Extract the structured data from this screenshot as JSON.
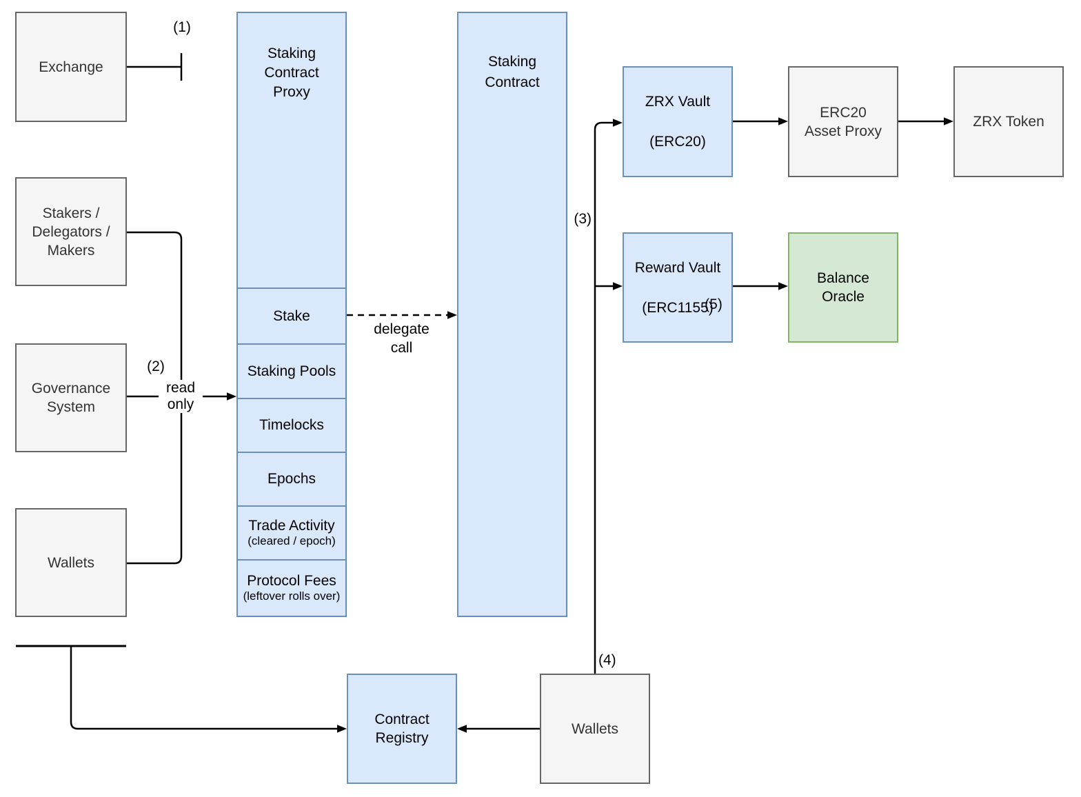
{
  "diagram": {
    "colors": {
      "blue_fill": "#dae8fc",
      "blue_border": "#6c8ebf",
      "green_fill": "#d5e8d4",
      "green_border": "#82b366",
      "gray_fill": "#f5f5f5",
      "gray_border": "#666666",
      "edge": "#000000",
      "background": "#ffffff"
    },
    "nodes": {
      "exchange": {
        "label": "Exchange"
      },
      "stakers": {
        "lines": [
          "Stakers /",
          "Delegators /",
          "Makers"
        ]
      },
      "governance": {
        "lines": [
          "Governance",
          "System"
        ]
      },
      "wallets_left": {
        "label": "Wallets"
      },
      "staking_contract_proxy": {
        "title_lines": [
          "Staking",
          "Contract",
          "Proxy"
        ],
        "rows": [
          {
            "label": "Stake"
          },
          {
            "label": "Staking Pools"
          },
          {
            "label": "Timelocks"
          },
          {
            "label": "Epochs"
          },
          {
            "label": "Trade Activity",
            "sub": "(cleared / epoch)"
          },
          {
            "label": "Protocol Fees",
            "sub": "(leftover rolls over)"
          }
        ]
      },
      "staking_contract": {
        "lines": [
          "Staking",
          "Contract"
        ]
      },
      "zrx_vault": {
        "lines": [
          "ZRX Vault",
          "(ERC20)"
        ]
      },
      "erc20_asset_proxy": {
        "lines": [
          "ERC20",
          "Asset Proxy"
        ]
      },
      "zrx_token": {
        "label": "ZRX Token"
      },
      "reward_vault": {
        "lines": [
          "Reward Vault",
          "(ERC1155)"
        ]
      },
      "balance_oracle": {
        "lines": [
          "Balance",
          "Oracle"
        ]
      },
      "contract_registry": {
        "lines": [
          "Contract",
          "Registry"
        ]
      },
      "wallets_bottom": {
        "label": "Wallets"
      }
    },
    "edge_labels": {
      "step1": "(1)",
      "step2": "(2)",
      "step3": "(3)",
      "step4": "(4)",
      "step5": "(5)",
      "read_only": [
        "read",
        "only"
      ],
      "delegate_call": [
        "delegate",
        "call"
      ]
    }
  }
}
